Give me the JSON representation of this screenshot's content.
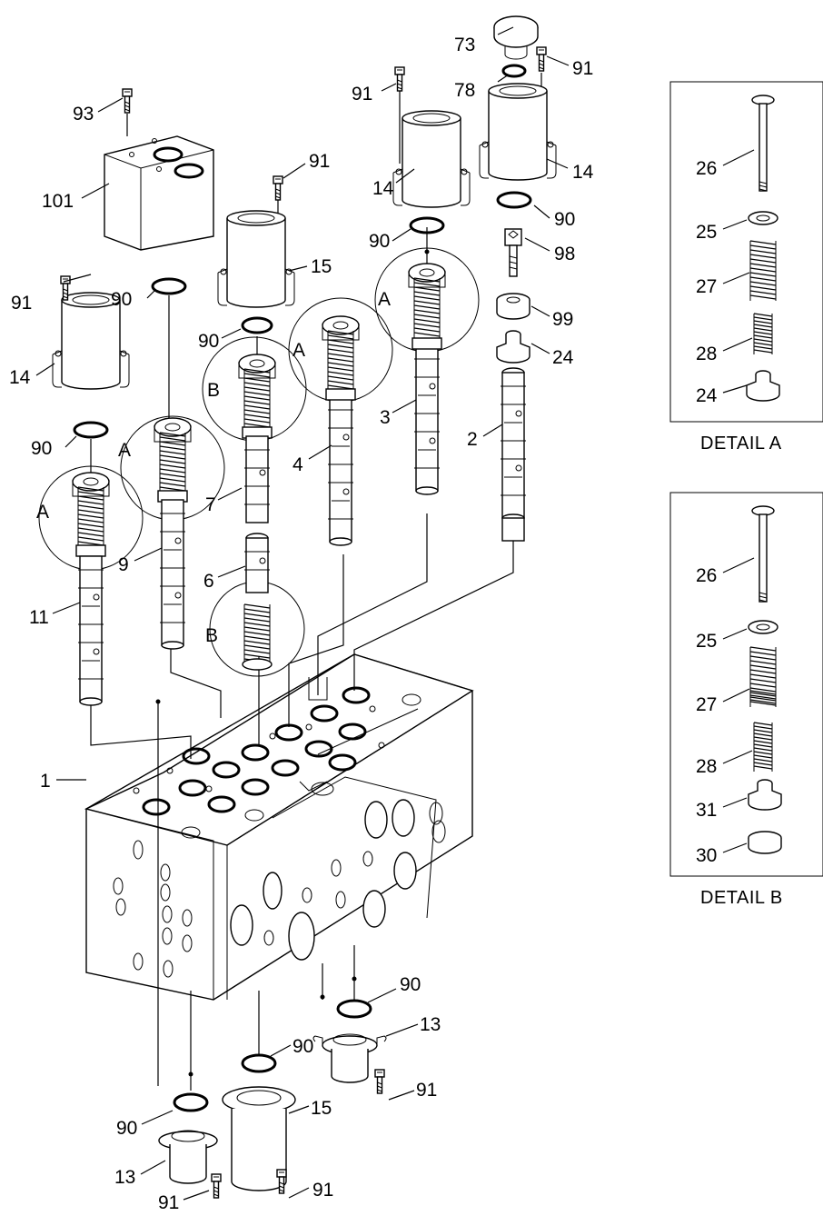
{
  "labels": {
    "l73": "73",
    "l78": "78",
    "l91a": "91",
    "l91b": "91",
    "l93": "93",
    "l14a": "14",
    "l14b": "14",
    "l14c": "14",
    "l101": "101",
    "l91c": "91",
    "l15a": "15",
    "l90a": "90",
    "l90b": "90",
    "l90c": "90",
    "l98": "98",
    "l91d": "91",
    "l99": "99",
    "l24": "24",
    "l90d": "90",
    "l3": "3",
    "lA1": "A",
    "lA2": "A",
    "lB1": "B",
    "l4": "4",
    "l7": "7",
    "l2": "2",
    "l90e": "90",
    "lA3": "A",
    "lA4": "A",
    "l9": "9",
    "l6": "6",
    "l11": "11",
    "lB2": "B",
    "l1": "1",
    "l90f": "90",
    "l13a": "13",
    "l90g": "90",
    "l15b": "15",
    "l91e": "91",
    "l90h": "90",
    "l13b": "13",
    "l91f": "91",
    "l91g": "91",
    "dA26": "26",
    "dA25": "25",
    "dA27": "27",
    "dA28": "28",
    "dA24": "24",
    "dB26": "26",
    "dB25": "25",
    "dB27": "27",
    "dB28": "28",
    "dB31": "31",
    "dB30": "30"
  },
  "detail_a": {
    "caption": "DETAIL A"
  },
  "detail_b": {
    "caption": "DETAIL B"
  }
}
